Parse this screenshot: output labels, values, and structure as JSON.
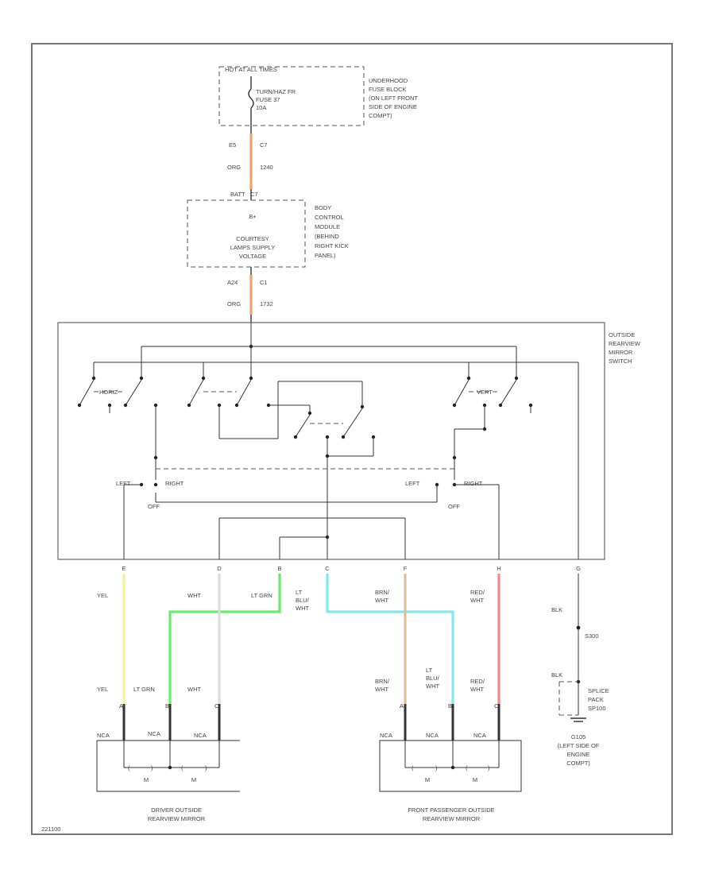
{
  "colors": {
    "orange": "#f0a36a",
    "yellow": "#f4f4a0",
    "green": "#66ee66",
    "cyan": "#7feaea",
    "tan": "#d8c19a",
    "red": "#ef8a8a",
    "gray": "#dddddd"
  },
  "fuse_block": {
    "header": "HOT AT ALL TIMES",
    "fuse_lines": [
      "TURN/HAZ FR",
      "FUSE 37",
      "10A"
    ],
    "location_lines": [
      "UNDERHOOD",
      "FUSE BLOCK",
      "(ON LEFT FRONT",
      "SIDE OF ENGINE",
      "COMPT)"
    ]
  },
  "wire_fuse_bcm": {
    "pin": "E5",
    "conn": "C7",
    "color": "ORG",
    "circuit": "1240"
  },
  "bcm": {
    "pin": "BATT",
    "conn": "C7",
    "inner_lines": [
      "B+",
      "COURTESY",
      "LAMPS SUPPLY",
      "VOLTAGE"
    ],
    "location_lines": [
      "BODY",
      "CONTROL",
      "MODULE",
      "(BEHIND",
      "RIGHT KICK",
      "PANEL)"
    ]
  },
  "wire_bcm_switch": {
    "pin": "A24",
    "conn": "C1",
    "color": "ORG",
    "circuit": "1732"
  },
  "switch": {
    "name_lines": [
      "OUTSIDE",
      "REARVIEW",
      "MIRROR",
      "SWITCH"
    ],
    "horiz_left": "HORIZ",
    "vert_right": "VERT",
    "left": "LEFT",
    "right": "RIGHT",
    "off": "OFF",
    "pins": [
      "E",
      "D",
      "B",
      "C",
      "F",
      "H",
      "G",
      "A",
      "M"
    ]
  },
  "wires": {
    "yel": "YEL",
    "wht": "WHT",
    "lt_grn": "LT GRN",
    "lt_blu_wht": [
      "LT",
      "BLU/",
      "WHT"
    ],
    "brn_wht": [
      "BRN/",
      "WHT"
    ],
    "red_wht": [
      "RED/",
      "WHT"
    ],
    "blk": "BLK",
    "splice_id": "S300",
    "ground_id": "G105"
  },
  "splice_pack": {
    "lines": [
      "SPLICE",
      "PACK",
      "SP100"
    ]
  },
  "ground_location": [
    "(LEFT SIDE OF",
    "ENGINE",
    "COMPT)"
  ],
  "driver_mirror": {
    "pins": [
      "A",
      "B",
      "C"
    ],
    "conn": [
      "NCA",
      "NCA",
      "NCA"
    ],
    "motor": "M",
    "name_lines": [
      "DRIVER OUTSIDE",
      "REARVIEW MIRROR"
    ]
  },
  "passenger_mirror": {
    "pins": [
      "A",
      "B",
      "C"
    ],
    "conn": [
      "NCA",
      "NCA",
      "NCA"
    ],
    "motor": "M",
    "name_lines": [
      "FRONT PASSENGER OUTSIDE",
      "REARVIEW MIRROR"
    ]
  },
  "figure_id": "221100"
}
